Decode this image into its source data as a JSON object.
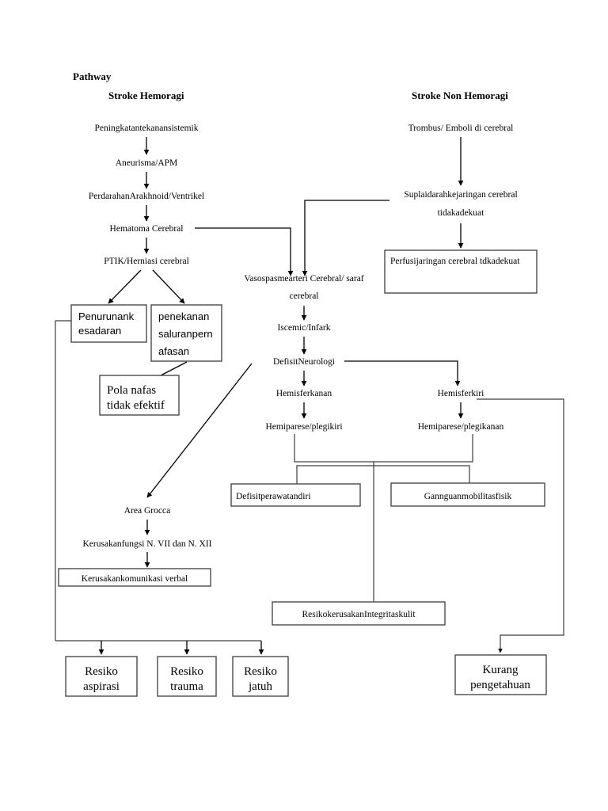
{
  "page": {
    "heading": "Pathway"
  },
  "columns": {
    "left_title": "Stroke Hemoragi",
    "right_title": "Stroke Non Hemoragi"
  },
  "nodes": {
    "peningkatan": "Peningkatantekanansistemik",
    "aneurisma": "Aneurisma/APM",
    "perdarahan": "PerdarahanArakhnoid/Ventrikel",
    "hematoma": "Hematoma Cerebral",
    "ptik": "PTIK/Herniasi cerebral",
    "trombus": "Trombus/ Emboli di cerebral",
    "suplai_l1": "Suplaidarahkejaringan cerebral",
    "suplai_l2": "tidakadekuat",
    "perfusi": "Perfusijaringan cerebral tdkadekuat",
    "vasospasme_l1": "Vasospasmearteri Cerebral/ saraf",
    "vasospasme_l2": "cerebral",
    "iscemic": "Iscemic/Infark",
    "defisit_neuro": "DefisitNeurologi",
    "hemisfer_kanan": "Hemisferkanan",
    "hemisfer_kiri": "Hemisferkiri",
    "hemiparese_kiri": "Hemiparese/plegikiri",
    "hemiparese_kanan": "Hemiparese/plegikanan",
    "penurunan_l1": "Penurunank",
    "penurunan_l2": "esadaran",
    "penekanan_l1": "penekanan",
    "penekanan_l2": "saluranpern",
    "penekanan_l3": "afasan",
    "pola_nafas_l1": "Pola nafas",
    "pola_nafas_l2": "tidak efektif",
    "area_grocca": "Area Grocca",
    "kerusakan_fungsi": "Kerusakanfungsi N. VII dan N. XII",
    "kerusakan_komunikasi": "Kerusakankomunikasi verbal",
    "defisit_perawatan": "Defisitperawatandiri",
    "gangguan_mobilitas": "Gannguanmobilitasfisik",
    "resiko_integritas": "ResikokerusakanIntegritaskulit",
    "resiko_aspirasi_l1": "Resiko",
    "resiko_aspirasi_l2": "aspirasi",
    "resiko_trauma_l1": "Resiko",
    "resiko_trauma_l2": "trauma",
    "resiko_jatuh_l1": "Resiko",
    "resiko_jatuh_l2": "jatuh",
    "kurang_l1": "Kurang",
    "kurang_l2": "pengetahuan"
  },
  "colors": {
    "background": "#ffffff",
    "text": "#000000",
    "box_stroke": "#4a4a4a",
    "line": "#000000"
  }
}
